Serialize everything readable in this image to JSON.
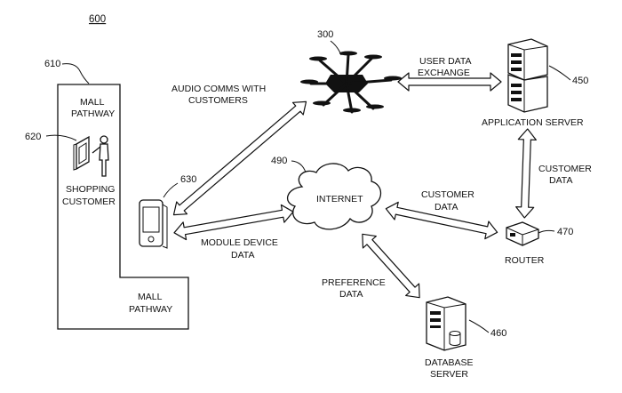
{
  "figure_number": "600",
  "mall": {
    "ref": "610",
    "pathway_top_label": [
      "MALL",
      "PATHWAY"
    ],
    "pathway_bottom_label": [
      "MALL",
      "PATHWAY"
    ],
    "customer_ref": "620",
    "customer_label": [
      "SHOPPING",
      "CUSTOMER"
    ]
  },
  "module_device": {
    "ref": "630"
  },
  "drone": {
    "ref": "300"
  },
  "internet": {
    "ref": "490",
    "label": "INTERNET"
  },
  "application_server": {
    "ref": "450",
    "label": "APPLICATION SERVER"
  },
  "router": {
    "ref": "470",
    "label": "ROUTER"
  },
  "database_server": {
    "ref": "460",
    "label": [
      "DATABASE",
      "SERVER"
    ]
  },
  "links": {
    "audio_comms": [
      "AUDIO COMMS WITH",
      "CUSTOMERS"
    ],
    "user_data_exchange": [
      "USER DATA",
      "EXCHANGE"
    ],
    "customer_data_vertical": [
      "CUSTOMER",
      "DATA"
    ],
    "customer_data_router": [
      "CUSTOMER",
      "DATA"
    ],
    "module_device_data": [
      "MODULE DEVICE",
      "DATA"
    ],
    "preference_data": [
      "PREFERENCE",
      "DATA"
    ]
  }
}
